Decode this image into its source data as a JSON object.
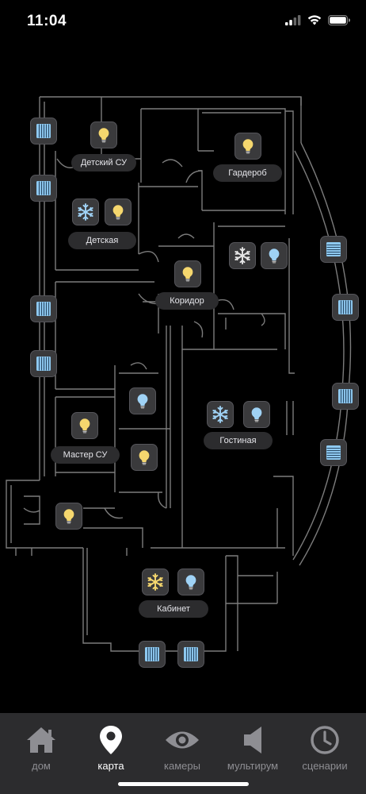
{
  "status_bar": {
    "time": "11:04"
  },
  "rooms": {
    "detsky_su": "Детский СУ",
    "garderob": "Гардероб",
    "detskaya": "Детская",
    "koridor": "Коридор",
    "master_su": "Мастер СУ",
    "gostinaya": "Гостиная",
    "kabinet": "Кабинет"
  },
  "device_icons": {
    "light_on": "lightbulb-on-icon",
    "light_cold": "lightbulb-blue-icon",
    "climate_cool": "snowflake-blue-icon",
    "climate_heat": "snowflake-yellow-icon",
    "blinds": "blinds-icon"
  },
  "colors": {
    "light_on": "#f5d76e",
    "light_cold": "#9fd2f5",
    "snow_blue": "#9fd2f5",
    "snow_yellow": "#f5d76e",
    "blinds": "#8ec9f0",
    "tab_active": "#ffffff",
    "tab_inactive": "#8e8e93"
  },
  "tabbar": {
    "tabs": [
      {
        "label": "дом",
        "icon": "home-icon"
      },
      {
        "label": "карта",
        "icon": "map-pin-icon"
      },
      {
        "label": "камеры",
        "icon": "eye-icon"
      },
      {
        "label": "мультирум",
        "icon": "speaker-icon"
      },
      {
        "label": "сценарии",
        "icon": "clock-icon"
      }
    ],
    "active": "карта"
  }
}
